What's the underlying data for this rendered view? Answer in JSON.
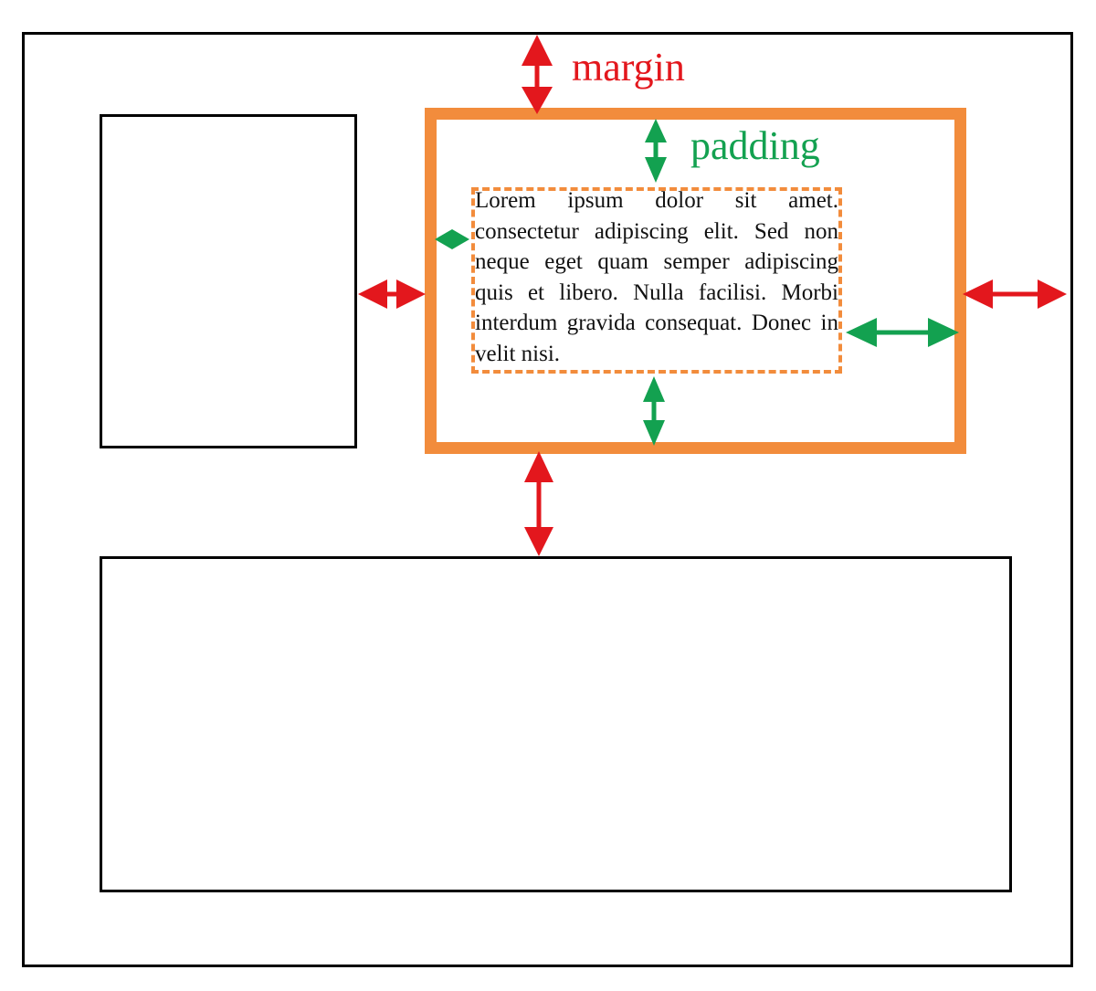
{
  "labels": {
    "margin": "margin",
    "padding": "padding"
  },
  "content_text": "Lorem ipsum dolor sit amet. consectetur adipiscing elit. Sed non neque eget quam semper adipiscing quis et libero. Nulla facilisi. Morbi interdum gravida consequat. Donec in velit nisi.",
  "colors": {
    "margin_arrows": "#e3171d",
    "padding_arrows": "#13a150",
    "border": "#f28c3c",
    "frame": "#000000"
  }
}
